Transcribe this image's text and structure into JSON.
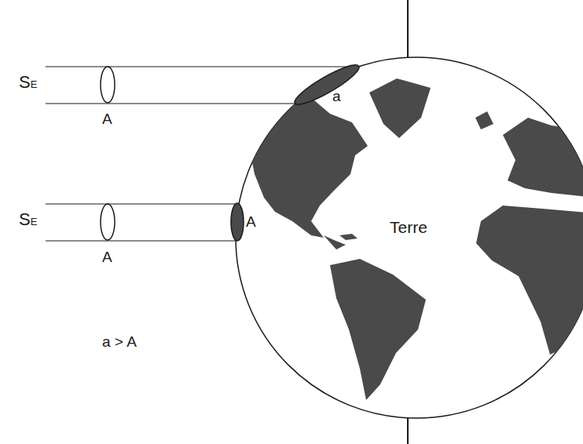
{
  "diagram": {
    "labels": [
      "SE",
      "A",
      "a",
      "SE",
      "A",
      "A",
      "Terre",
      "a > A"
    ]
  }
}
